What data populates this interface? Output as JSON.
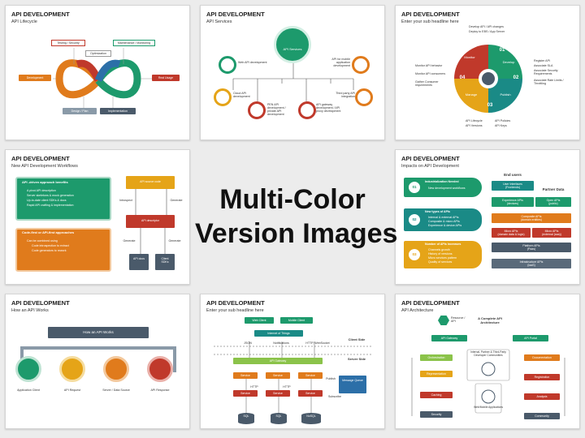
{
  "center": {
    "line1": "Multi-Color",
    "line2": "Version Images"
  },
  "colors": {
    "green": "#1d9a6c",
    "teal": "#1a8a86",
    "red": "#c0392b",
    "orange": "#e07b1c",
    "gray": "#4a5a6a",
    "yellow": "#e5a418",
    "blue": "#2c6fa8"
  },
  "slides": [
    {
      "title": "API DEVELOPMENT",
      "subtitle": "API Lifecycle",
      "labels": [
        "Testing / Security",
        "Maintenance / Monitoring",
        "Optimization",
        "Development",
        "Real Usage",
        "Design / Plan",
        "Implementation"
      ]
    },
    {
      "title": "API DEVELOPMENT",
      "subtitle": "API Services",
      "center_label": "API Services",
      "labels": [
        "Web API development",
        "API for mobile application development",
        "Cloud API development",
        "PEN API development / private API development",
        "API gateway development / API proxy development",
        "Third party API integration"
      ]
    },
    {
      "title": "API DEVELOPMENT",
      "subtitle": "Enter your sub headline here",
      "segments": [
        {
          "num": "01",
          "name": "Develop"
        },
        {
          "num": "02",
          "name": "Publish"
        },
        {
          "num": "03",
          "name": "Manage"
        },
        {
          "num": "04",
          "name": "Monitor"
        }
      ],
      "notes": {
        "top": [
          "Develop API / API changes",
          "Deploy to EBS / App Server"
        ],
        "right": [
          "Register API",
          "Associate SLA",
          "Associate Security Requirements",
          "Associate Rate Limits / Throttling"
        ],
        "left": [
          "Monitor API behavior",
          "Monitor API consumers",
          "Gather Consumer requirements"
        ],
        "bottom_left": [
          "API Lifecycle",
          "API Versions"
        ],
        "bottom_right": [
          "API Policies",
          "API Keys"
        ]
      }
    },
    {
      "title": "API DEVELOPMENT",
      "subtitle": "New API Development Workflows",
      "box1": {
        "heading": "API -driven approach benefits",
        "items": [
          "A pivot API description",
          "Server skeletons & mock generation",
          "Up-to-date client SDKs & docs",
          "Rapid API crafting & implementation"
        ]
      },
      "box2": {
        "heading": "Code-first or API-first approaches",
        "items": [
          "Can be combined using",
          "Code introspection to extract",
          "Code generators to rework"
        ]
      },
      "flow": {
        "source": "API source code",
        "descriptor": "API descriptor",
        "docs": "API docs",
        "sdks": "Client SDKs",
        "introspect": "Introspect",
        "generate1": "Generate",
        "generate2": "Generate",
        "generate3": "Generate"
      }
    },
    {
      "title": "API DEVELOPMENT",
      "subtitle": "Impacts on API Development",
      "impacts": [
        {
          "num": "01",
          "heading": "Industrialization Needed",
          "items": [
            "New development workflows"
          ]
        },
        {
          "num": "02",
          "heading": "New types of APIs",
          "items": [
            "Internal & external APIs",
            "Composite & micro APIs",
            "Experience & device APIs"
          ]
        },
        {
          "num": "03",
          "heading": "Number of APIs increases",
          "items": [
            "Channels growth",
            "History of versions",
            "Micro services pattern",
            "Quality of services"
          ]
        }
      ],
      "stack": {
        "end_users": "End users",
        "partner_data": "Partner Data",
        "ui": "User Interfaces",
        "ui_sub": "(Frontends)",
        "experience": "Experience APIs",
        "experience_sub": "(devices)",
        "open": "Open APIs",
        "open_sub": "(public)",
        "composite": "Composite APIs",
        "composite_sub": "(domain entities)",
        "micro1": "Micro APIs",
        "micro1_sub": "(domain data & logic)",
        "micro2": "Micro APIs",
        "micro2_sub": "(external (saa))",
        "platform": "Platform APIs",
        "platform_sub": "(Paas)",
        "infra": "Infrastructure APIs",
        "infra_sub": "(IaaS)"
      }
    },
    {
      "title": "API DEVELOPMENT",
      "subtitle": "How an API Works",
      "banner": "How an API Works",
      "steps": [
        "Application Client",
        "API Request",
        "Server / Data Source",
        "API Response"
      ]
    },
    {
      "title": "API DEVELOPMENT",
      "subtitle": "Enter your sub headline here",
      "web_client": "Web Client",
      "mobile_client": "Mobile Client",
      "iot": "Internet of Things",
      "client_side": "Client Side",
      "server_side": "Server Side",
      "protocols": [
        "JSON",
        "Notifications",
        "HTTP, WebSocket"
      ],
      "gateway": "API Gateway",
      "services": [
        "Service",
        "Service",
        "Service"
      ],
      "publish": "Publish",
      "queue": "Message Queue",
      "http": [
        "HTTP",
        "HTTP"
      ],
      "subscribe": "Subscribe",
      "dbs": [
        "SQL",
        "SQL",
        "NoSQL"
      ]
    },
    {
      "title": "API DEVELOPMENT",
      "subtitle": "API Architecture",
      "resource": "Resource / API",
      "complete": "A Complete API Architecture",
      "gateway": "API Gateway",
      "portal": "API Portal",
      "left_items": [
        "Orchestration",
        "Representation",
        "Caching",
        "Security"
      ],
      "right_items": [
        "Documentation",
        "Registration",
        "Analysis",
        "Community"
      ],
      "middle_top": "Internal, Partner & Third-Party Developer Communities",
      "middle_bottom": "Web/Mobile Applications"
    }
  ]
}
